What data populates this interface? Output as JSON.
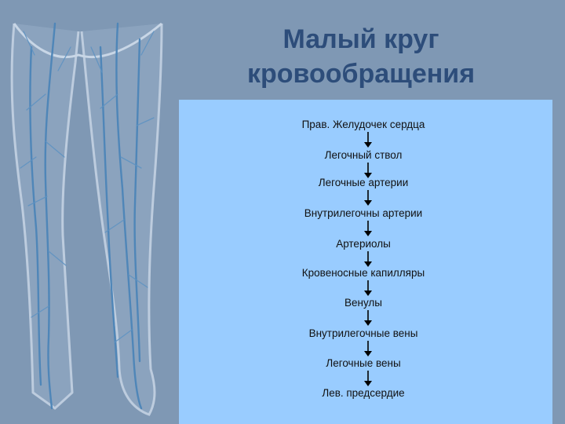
{
  "title": {
    "line1": "Малый круг",
    "line2": "кровообращения"
  },
  "flowchart": {
    "steps": [
      "Прав. Желудочек сердца",
      "Легочный ствол",
      "Легочные артерии",
      "Внутрилегочны артерии",
      "Артериолы",
      "Кровеносные капилляры",
      "Венулы",
      "Внутрилегочные вены",
      "Легочные вены",
      "Лев. предсердие"
    ]
  },
  "background": {
    "illustration": "leg-veins-illustration",
    "colors": {
      "background": "#7f98b4",
      "panel": "#99ccff",
      "title": "#2d4d7a",
      "vein": "#4f86b8"
    }
  }
}
